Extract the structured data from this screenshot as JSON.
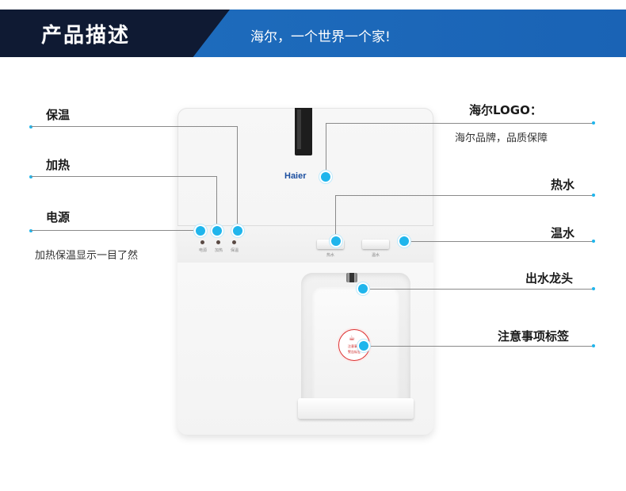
{
  "header": {
    "title": "产品描述",
    "slogan": "海尔，一个世界一个家!"
  },
  "device": {
    "brand": "Haier",
    "indicator_texts": [
      "保温",
      "加热",
      "电源"
    ],
    "button_texts": [
      "热水",
      "温水"
    ],
    "caution_line1": "注意事项",
    "caution_line2": "警告标签"
  },
  "labels": {
    "keep_warm": "保温",
    "heating": "加热",
    "power": "电源",
    "power_desc": "加热保温显示一目了然",
    "logo_title": "海尔LOGO：",
    "logo_desc": "海尔品牌，品质保障",
    "hot_water": "热水",
    "warm_water": "温水",
    "faucet": "出水龙头",
    "caution_label": "注意事项标签"
  },
  "colors": {
    "banner_dark": "#0f1a33",
    "banner_blue": "#1f6fbf",
    "accent_dot": "#1fb5ec",
    "connector": "#8a8a8a"
  },
  "icons": [
    "cup-icon"
  ]
}
